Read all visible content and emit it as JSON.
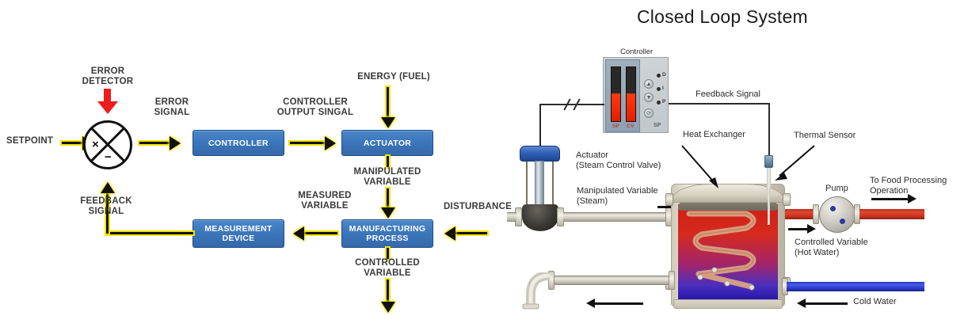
{
  "title": "Closed Loop System",
  "block_diagram": {
    "blocks": [
      {
        "id": "controller",
        "label": "CONTROLLER"
      },
      {
        "id": "actuator",
        "label": "ACTUATOR"
      },
      {
        "id": "process",
        "label": "MANUFACTURING\nPROCESS"
      },
      {
        "id": "measurement",
        "label": "MEASUREMENT\nDEVICE"
      }
    ],
    "labels": {
      "setpoint": "SETPOINT",
      "error_detector": "ERROR\nDETECTOR",
      "error_signal": "ERROR\nSIGNAL",
      "controller_output": "CONTROLLER\nOUTPUT SINGAL",
      "energy": "ENERGY (FUEL)",
      "manipulated_variable": "MANIPULATED\nVARIABLE",
      "disturbance": "DISTURBANCE",
      "controlled_variable": "CONTROLLED\nVARIABLE",
      "measured_variable": "MEASURED\nVARIABLE",
      "feedback_signal": "FEEDBACK\nSIGNAL"
    },
    "summing_junction": {
      "plus_symbol": "×",
      "minus_symbol": "−"
    }
  },
  "plant": {
    "controller_panel": {
      "title": "Controller",
      "bar_labels": [
        "SP",
        "CV"
      ],
      "bar_fill_percent": [
        52,
        52
      ],
      "indicator_labels": [
        "D",
        "I",
        "P"
      ],
      "button_glyphs": [
        "▲",
        "▼",
        "⟳"
      ],
      "sp_corner_label": "SP"
    },
    "labels": {
      "feedback_signal": "Feedback Signal",
      "actuator": "Actuator\n(Steam Control Valve)",
      "manipulated_variable": "Manipulated Variable\n(Steam)",
      "heat_exchanger": "Heat Exchanger",
      "thermal_sensor": "Thermal Sensor",
      "pump": "Pump",
      "to_food_processing": "To Food Processing\nOperation",
      "controlled_variable": "Controlled Variable\n(Hot Water)",
      "cold_water": "Cold Water"
    }
  },
  "colors": {
    "block_blue": "#3a74b8",
    "block_border": "#1b4d86",
    "arrow_black": "#111111",
    "arrow_outline_yellow": "#f2e400",
    "error_arrow_red": "#ee1c1c",
    "hot_water": "#cf1f17",
    "cold_water": "#2435c8",
    "text_gray": "#3a3a3a",
    "background": "#ffffff"
  }
}
